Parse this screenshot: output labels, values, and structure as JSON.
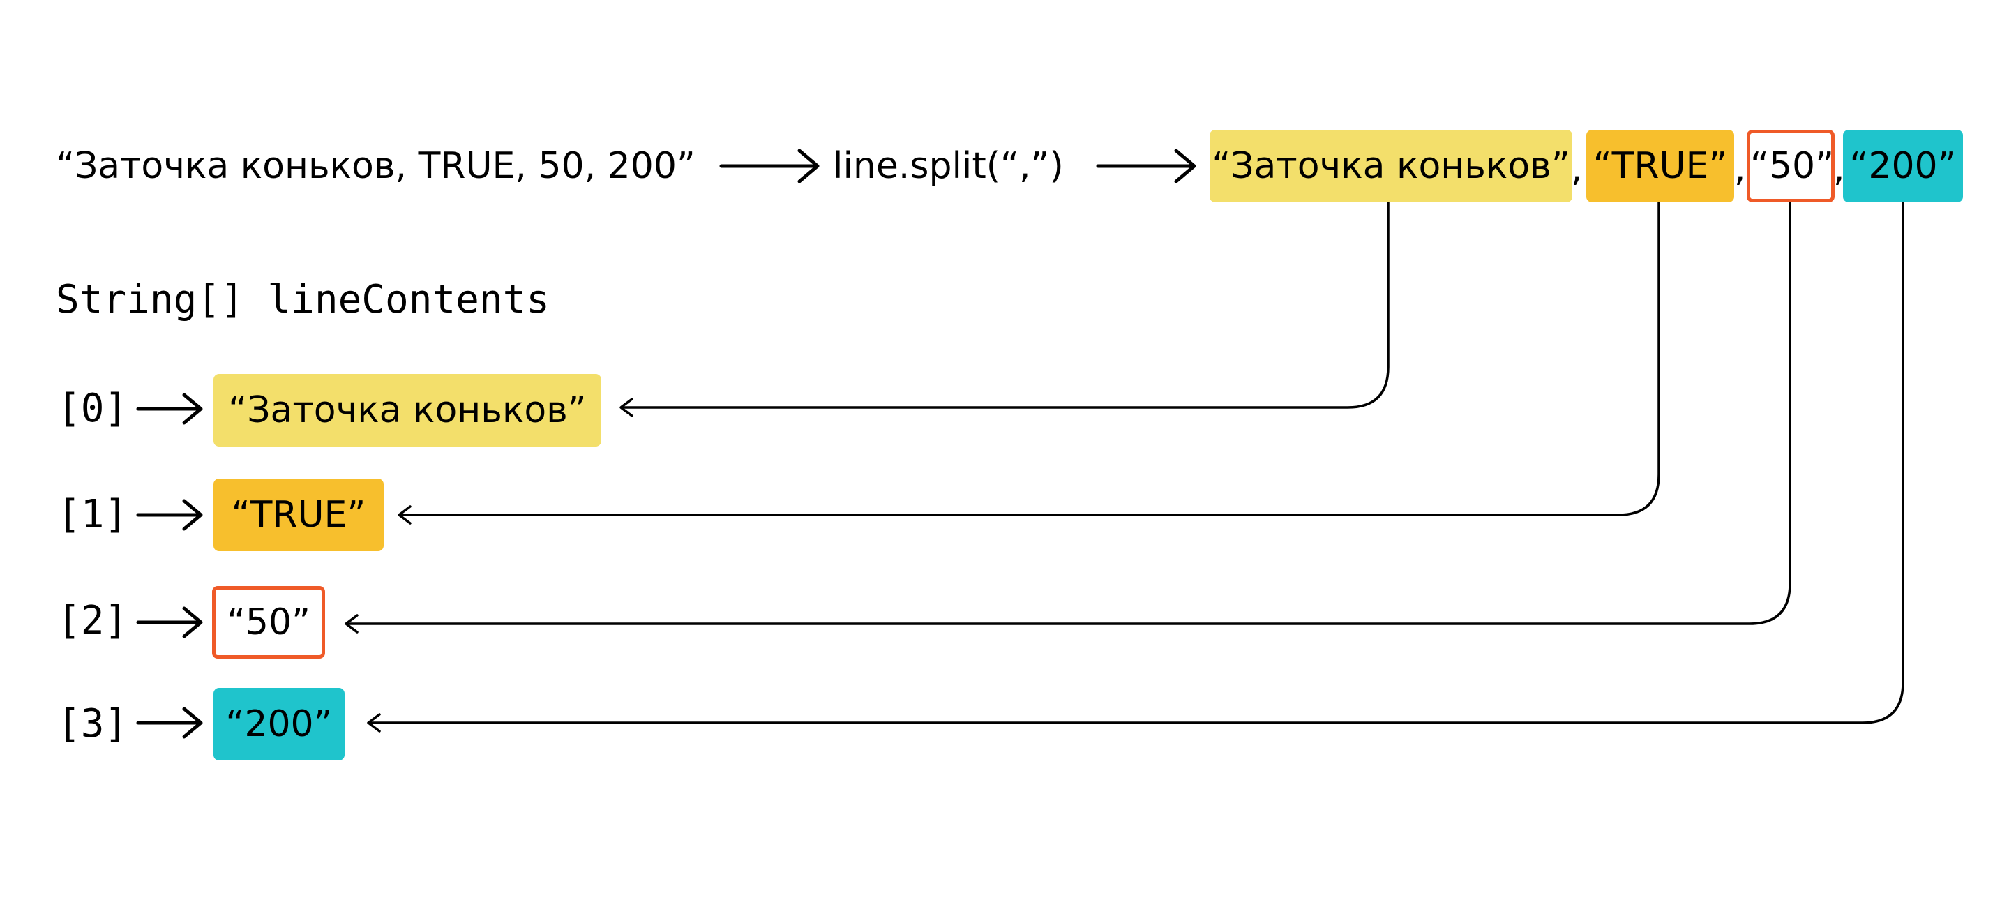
{
  "top_row": {
    "input_string": "“Заточка коньков, TRUE, 50, 200”",
    "method_call": "line.split(“,”)",
    "separator": ","
  },
  "variable_declaration": "String[] lineContents",
  "elements": [
    {
      "index": "[0]",
      "value": "“Заточка коньков”",
      "color": "#f3df6b"
    },
    {
      "index": "[1]",
      "value": "“TRUE”",
      "color": "#f7bf2d"
    },
    {
      "index": "[2]",
      "value": "“50”",
      "color": "#ef5a28"
    },
    {
      "index": "[3]",
      "value": "“200”",
      "color": "#1fc4cc"
    }
  ],
  "colors": {
    "yellow": "#f3df6b",
    "orange": "#f7bf2d",
    "red_outline": "#ef5a28",
    "teal": "#1fc4cc",
    "line": "#000000"
  }
}
